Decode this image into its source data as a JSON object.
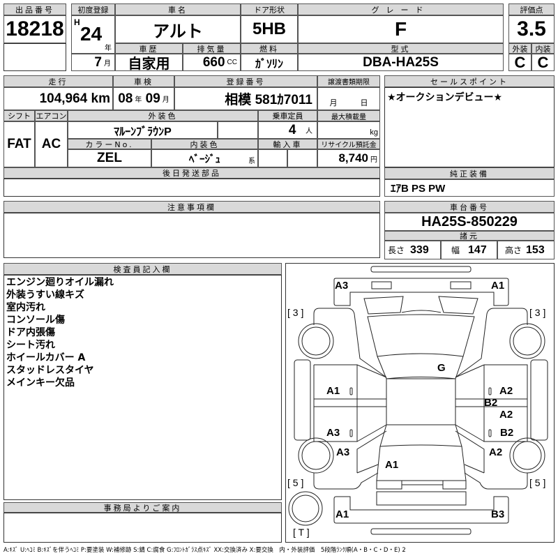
{
  "lot": {
    "label": "出品番号",
    "value": "18218"
  },
  "first_reg": {
    "label": "初度登録",
    "era": "H",
    "year": "24",
    "year_unit": "年",
    "month": "7",
    "month_unit": "月"
  },
  "car_name": {
    "label": "車名",
    "value": "アルト"
  },
  "door": {
    "label": "ドア形状",
    "value": "5HB"
  },
  "grade": {
    "label": "グレード",
    "value": "F"
  },
  "history": {
    "label": "車歴",
    "value": "自家用"
  },
  "displacement": {
    "label": "排気量",
    "value": "660",
    "unit": "CC"
  },
  "fuel": {
    "label": "燃料",
    "value": "ｶﾞｿﾘﾝ"
  },
  "model": {
    "label": "型式",
    "value": "DBA-HA25S"
  },
  "score": {
    "label": "評価点",
    "value": "3.5",
    "ext_label": "外装",
    "int_label": "内装",
    "ext": "C",
    "int": "C"
  },
  "mileage": {
    "label": "走行",
    "value": "104,964",
    "unit": "km"
  },
  "inspection": {
    "label": "車検",
    "year": "08",
    "year_unit": "年",
    "month": "09",
    "month_unit": "月"
  },
  "plate": {
    "label": "登録番号",
    "value": "相模 581ｶ7011"
  },
  "transfer": {
    "label": "譲渡書類期限",
    "month_unit": "月",
    "day_unit": "日"
  },
  "shift": {
    "label": "シフト",
    "value": "FAT"
  },
  "ac": {
    "label": "エアコン",
    "value": "AC"
  },
  "ext_color": {
    "label": "外装色",
    "value": "ﾏﾙｰﾝﾌﾞﾗｳﾝP"
  },
  "capacity": {
    "label": "乗車定員",
    "value": "4",
    "unit": "人"
  },
  "max_load": {
    "label": "最大積載量",
    "unit": "kg"
  },
  "color_no": {
    "label": "カラーNo.",
    "value": "ZEL"
  },
  "int_color": {
    "label": "内装色",
    "value": "ﾍﾞｰｼﾞｭ",
    "suffix": "系"
  },
  "import": {
    "label": "輸入車"
  },
  "recycle": {
    "label": "リサイクル預託金",
    "value": "8,740",
    "unit": "円"
  },
  "later_parts": {
    "label": "後日発送部品"
  },
  "sales_point": {
    "label": "セールスポイント",
    "value": "★オークションデビュー★"
  },
  "equipment": {
    "label": "純正装備",
    "value": "ｴｱB PS PW"
  },
  "caution": {
    "label": "注意事項欄"
  },
  "chassis": {
    "label": "車台番号",
    "value": "HA25S-850229"
  },
  "specs": {
    "label": "諸元",
    "length_label": "長さ",
    "length": "339",
    "width_label": "幅",
    "width": "147",
    "height_label": "高さ",
    "height": "153"
  },
  "inspector": {
    "label": "検査員記入欄",
    "notes": [
      "エンジン廻りオイル漏れ",
      "外装うすい線キズ",
      "室内汚れ",
      "コンソール傷",
      "ドア内張傷",
      "シート汚れ",
      "ホイールカバー A",
      "スタッドレスタイヤ",
      "メインキー欠品"
    ]
  },
  "office": {
    "label": "事務局よりご案内"
  },
  "diagram": {
    "marks": [
      "A3",
      "A1",
      "[ 3 ]",
      "[ 3 ]",
      "G",
      "A1",
      "A2",
      "B2",
      "A2",
      "A3",
      "B2",
      "A3",
      "A2",
      "A1",
      "[ 5 ]",
      "[ 5 ]",
      "A1",
      "B3",
      "[ T ]"
    ]
  },
  "legend": "A:ｷｽﾞ U:ﾍｺﾐ B:ｷｽﾞを伴うﾍｺﾐ P:要塗装 W:補修跡 S:錆 C:腐食 G:ﾌﾛﾝﾄｶﾞﾗｽ点ｷｽﾞ XX:交換済み X:要交換　内・外装評価　5段階ﾗﾝｸ順(A・B・C・D・E) 2"
}
